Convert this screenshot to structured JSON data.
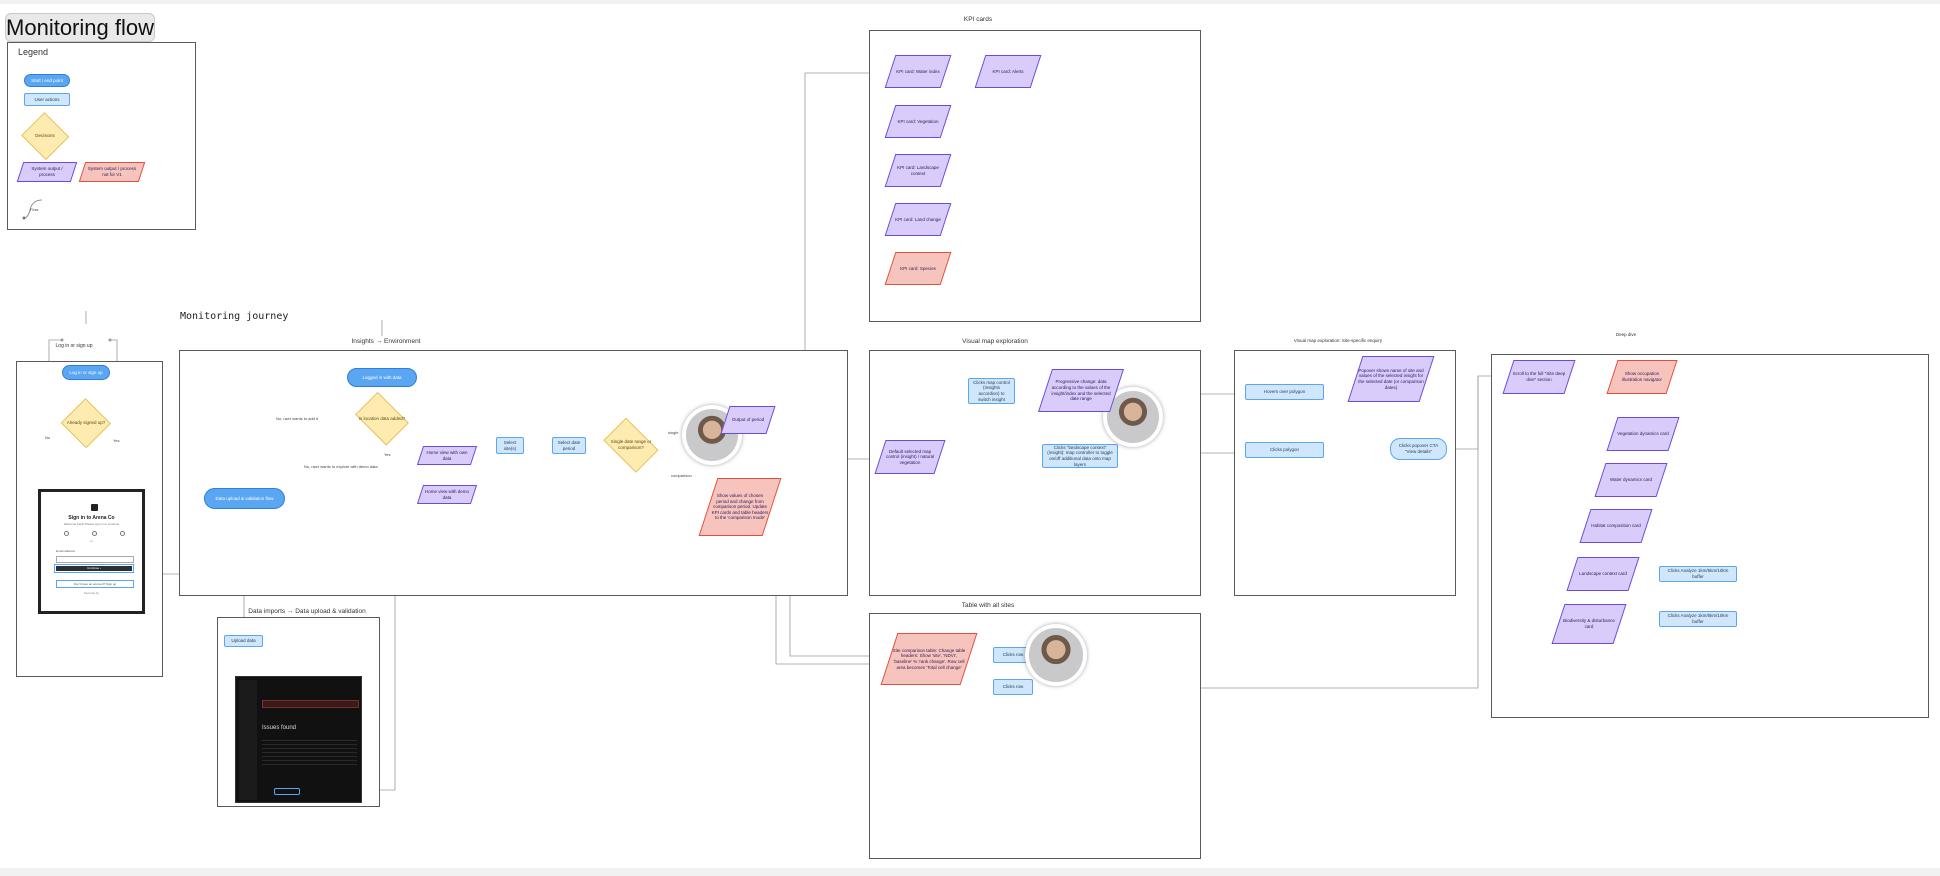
{
  "title": "Monitoring flow",
  "journey_label": "Monitoring journey",
  "legend": {
    "title": "Legend",
    "start_end": "Start / end point",
    "user_action": "User actions",
    "decision": "Decisions",
    "system_output": "System output / process",
    "system_output_later": "System output / process not for V1",
    "flow": "Flow"
  },
  "frames": {
    "login": "Log in or sign up",
    "insights": "Insights → Environment",
    "imports": "Data imports → Data upload & validation",
    "kpi": "KPI cards",
    "visual": "Visual map exploration",
    "visual_site": "Visual map exploration: Site-specific enquiry",
    "table": "Table with all sites",
    "deep": "Deep dive"
  },
  "login": {
    "start": "Log in or sign up",
    "decision": "Already signed up?",
    "no": "No",
    "yes": "Yes",
    "card_title": "Sign in to Arena Co",
    "card_sub": "Welcome back! Please sign in to continue",
    "or": "or",
    "email_label": "Email address",
    "continue": "Continue ›",
    "footer": "Don't have an account? Sign up",
    "secured": "Secured by"
  },
  "insights": {
    "start": "Logged in with data",
    "decision": "Is location data added?",
    "no_label": "No, user wants to add it",
    "yes_label": "Yes",
    "no_label_2": "No, user wants to explore with demo data",
    "upload": "Data upload & validation flow",
    "view_own": "Home view with own data",
    "view_demo": "Home view with demo data",
    "select_site": "Select site(s)",
    "select_date": "Select date period",
    "decision2": "Single date range or comparison?",
    "single": "single",
    "comparison": "comparison",
    "output_single": "Output of period",
    "output_compare": "Show values of chosen period and change from comparison period. Update KPI cards and table headers to the 'comparison mode'"
  },
  "imports": {
    "upload_btn": "Upload data",
    "issues": "Issues found"
  },
  "kpi": {
    "water": "KPI card: Water index",
    "alerts": "KPI card: Alerts",
    "vegetation": "KPI card: Vegetation",
    "landscape": "KPI card: Landscape context",
    "land": "KPI card: Land change",
    "species": "KPI card: Species"
  },
  "visual": {
    "default": "Default selected map control (insight) / natural vegetation",
    "click_map": "Clicks map control (Insights accordion) to switch insight",
    "prog_change": "Progressive change: data according to the values of the insight/index and the selected date range",
    "click_landscape": "Clicks \"landscape context\" (insight): map controller to toggle on/off additional data onto map layers"
  },
  "visual_site": {
    "hover": "Hovers over polygon",
    "click": "Clicks polygon",
    "reveal": "Popover shows name of site and values of the selected insight for the selected date (or comparison dates)",
    "cta": "Clicks popover CTA \"View details\""
  },
  "table": {
    "site_table": "Site comparison table: Change table headers: Show 'site', 'NDVI', 'baseline' % 'rank change'. Row cell area becomes 'Total cell change'",
    "clicks_row": "Clicks row",
    "clicks_row2": "Clicks row"
  },
  "deep": {
    "scroll": "Scroll to the full \"Site deep dive\" section",
    "occupation": "Show occupation illustration navigator",
    "veg": "Vegetation dynamics card",
    "water": "Water dynamics card",
    "habitat": "Habitat composition card",
    "landscape": "Landscape context card",
    "biodiversity": "Biodiversity & disturbance card",
    "analyze1": "Clicks Analyze 1km/5km/10km buffer",
    "analyze2": "Clicks Analyze 1km/5km/10km buffer"
  },
  "colors": {
    "pill": "#5aa6f2",
    "rect": "#cfe6fb",
    "parallelogram": "#d9ccfb",
    "parallelogram_red": "#f7c3bd",
    "diamond": "#fdebb0",
    "connector": "#9a9a9a"
  }
}
